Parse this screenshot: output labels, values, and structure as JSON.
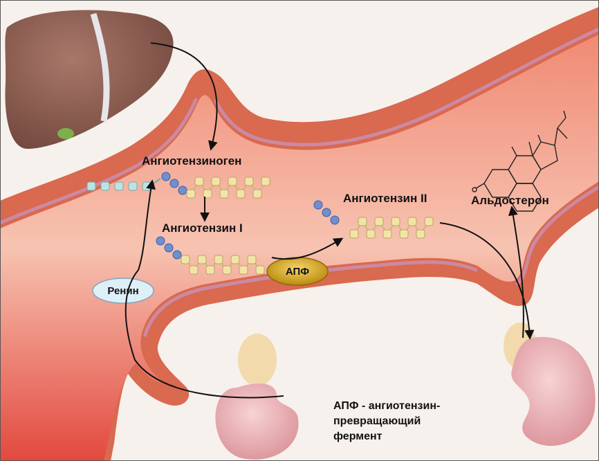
{
  "labels": {
    "angiotensinogen": "Ангиотензиноген",
    "angiotensin1": "Ангиотензин I",
    "angiotensin2": "Ангиотензин II",
    "aldosterone": "Альдостерон",
    "renin": "Ренин",
    "ace": "АПФ"
  },
  "footnote": {
    "line1": "АПФ - ангиотензин-",
    "line2": "превращающий",
    "line3": "фермент"
  },
  "colors": {
    "vessel_outer": "#d9694f",
    "vessel_lumen": "#e9544a",
    "vessel_highlight": "#f6b6a3",
    "liver": "#8a5a4c",
    "kidney": "#ecb4b8",
    "adrenal": "#f3d7a6",
    "bead_blue": "#6f8fd0",
    "bead_yellow": "#f3e3a7",
    "renin_fill": "#dfeff7",
    "ace_fill": "#e3b022",
    "arrow": "#111111"
  }
}
